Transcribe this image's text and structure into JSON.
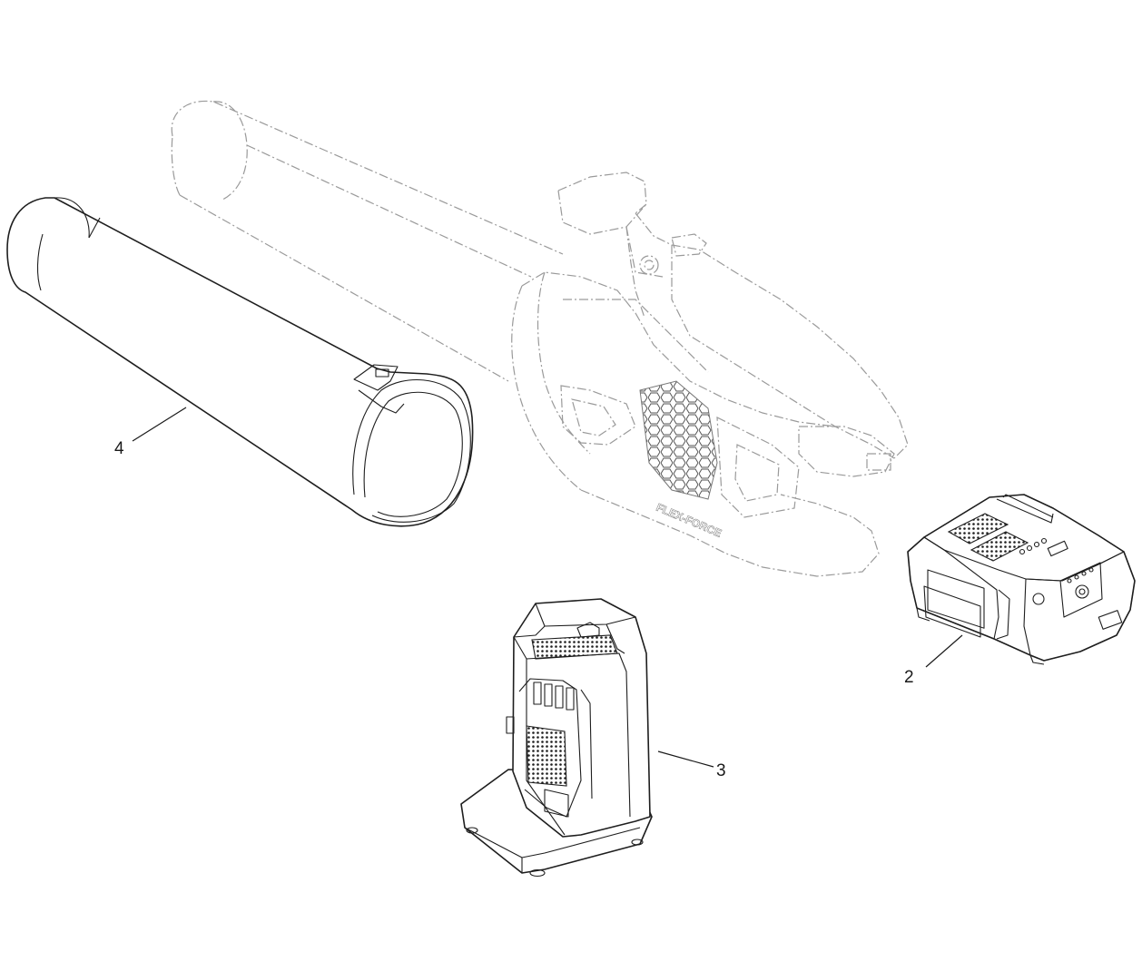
{
  "callouts": {
    "tube": "4",
    "battery": "2",
    "charger": "3"
  },
  "ghost_brand": "FLEX-FORCE",
  "colors": {
    "line": "#1e1e1e",
    "ghost_line": "#9a9a9a",
    "background": "#ffffff"
  }
}
